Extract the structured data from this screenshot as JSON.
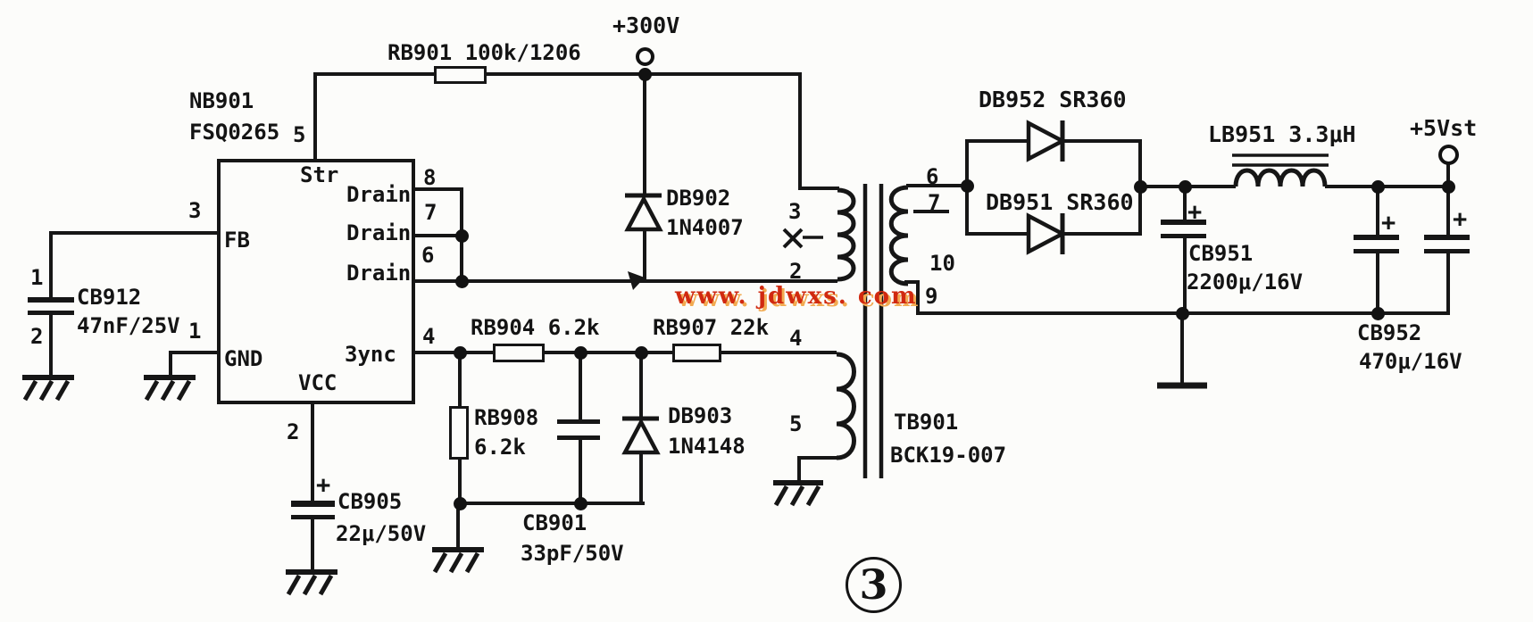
{
  "figure": {
    "number": "3",
    "watermark": "www. jdwxs. com"
  },
  "power": {
    "rail_300v": "+300V",
    "rail_5vst": "+5Vst"
  },
  "symbols": {
    "plus": "+"
  },
  "ic": {
    "ref": "NB901",
    "part": "FSQ0265",
    "pins": {
      "str": {
        "num": "5",
        "label": "Str"
      },
      "fb": {
        "num": "3",
        "label": "FB"
      },
      "gnd": {
        "num": "1",
        "label": "GND"
      },
      "vcc": {
        "num": "2",
        "label": "VCC"
      },
      "sync": {
        "num": "4",
        "label": "3ync"
      },
      "drain8": {
        "num": "8",
        "label": "Drain"
      },
      "drain7": {
        "num": "7",
        "label": "Drain"
      },
      "drain6": {
        "num": "6",
        "label": "Drain"
      }
    }
  },
  "components": {
    "rb901": {
      "label": "RB901 100k/1206"
    },
    "rb904": {
      "label": "RB904 6.2k"
    },
    "rb907": {
      "label": "RB907 22k"
    },
    "rb908": {
      "ref": "RB908",
      "value": "6.2k"
    },
    "cb912": {
      "ref": "CB912",
      "value": "47nF/25V",
      "pin_top": "1",
      "pin_bottom": "2"
    },
    "cb905": {
      "ref": "CB905",
      "value": "22μ/50V"
    },
    "cb901": {
      "ref": "CB901",
      "value": "33pF/50V"
    },
    "db902": {
      "ref": "DB902",
      "value": "1N4007"
    },
    "db903": {
      "ref": "DB903",
      "value": "1N4148"
    },
    "db952": {
      "label": "DB952 SR360"
    },
    "db951": {
      "label": "DB951 SR360"
    },
    "lb951": {
      "label": "LB951 3.3μH"
    },
    "cb951": {
      "ref": "CB951",
      "value": "2200μ/16V"
    },
    "cb952": {
      "ref": "CB952",
      "value": "470μ/16V"
    }
  },
  "transformer": {
    "ref": "TB901",
    "part": "BCK19-007",
    "pins": {
      "primary_top": "3",
      "primary_bottom": "2",
      "aux_top": "4",
      "aux_bottom": "5",
      "sec_6": "6",
      "sec_7": "7",
      "sec_10": "10",
      "sec_9": "9"
    }
  }
}
